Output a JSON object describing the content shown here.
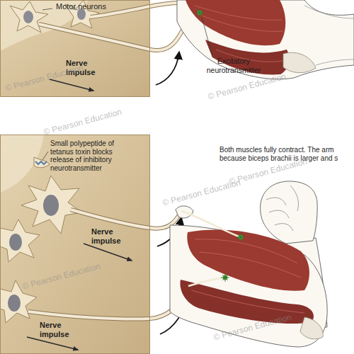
{
  "diagram": {
    "nodes": [
      {
        "text": [
          "Motor neurons",
          "Nerve impulse"
        ]
      },
      {
        "text": [
          "Small polypeptide of tetanus toxin blocks release of inhibitory neurotransmitter",
          "Nerve impulse",
          "Nerve impulse"
        ]
      }
    ],
    "labels": [
      "Excitatory neurotransmitter",
      "Both muscles fully contract. The arm because biceps brachii is larger and s",
      "© Pearson Education",
      "© Pearson Education",
      "© Pearson Education",
      "© Pearson Education",
      "© Pearson Education",
      "© Pearson Education",
      "© Pearson Education"
    ]
  }
}
